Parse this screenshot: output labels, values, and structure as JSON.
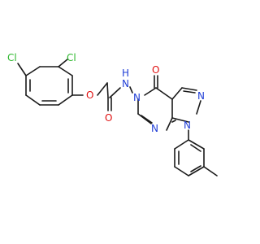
{
  "molecule": {
    "labels": {
      "cl_top": "Cl",
      "cl_left": "Cl",
      "o_ether": "O",
      "o_amide": "O",
      "n_amide": "N",
      "h_amide": "H",
      "o_ketone": "O",
      "n_ring5": "N",
      "n_pyrazole_top": "N",
      "n_pyrazole_bottom": "N",
      "n_pyrimidine": "N"
    },
    "colors": {
      "bond": "#1a1a1a",
      "chlorine": "#2eb82e",
      "oxygen": "#e01010",
      "nitrogen": "#1f3dd6"
    }
  }
}
